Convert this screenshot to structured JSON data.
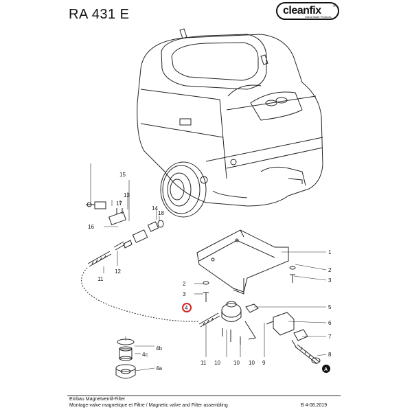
{
  "header": {
    "model": "RA 431 E",
    "logo_text": "cleanfix",
    "logo_tagline": "Swiss Made Products",
    "logo_mark": "®"
  },
  "callouts": [
    {
      "id": "c1",
      "label": "1"
    },
    {
      "id": "c2a",
      "label": "2"
    },
    {
      "id": "c3a",
      "label": "3"
    },
    {
      "id": "c2b",
      "label": "2"
    },
    {
      "id": "c3b",
      "label": "3"
    },
    {
      "id": "c4",
      "label": "4",
      "highlighted": true
    },
    {
      "id": "c5",
      "label": "5"
    },
    {
      "id": "c6",
      "label": "6"
    },
    {
      "id": "c7",
      "label": "7"
    },
    {
      "id": "c8",
      "label": "8"
    },
    {
      "id": "c9",
      "label": "9"
    },
    {
      "id": "c10a",
      "label": "10"
    },
    {
      "id": "c10b",
      "label": "10"
    },
    {
      "id": "c10c",
      "label": "10"
    },
    {
      "id": "c11a",
      "label": "11"
    },
    {
      "id": "c11b",
      "label": "11"
    },
    {
      "id": "c12",
      "label": "12"
    },
    {
      "id": "c13",
      "label": "13"
    },
    {
      "id": "c14",
      "label": "14"
    },
    {
      "id": "c15",
      "label": "15"
    },
    {
      "id": "c16",
      "label": "16"
    },
    {
      "id": "c17",
      "label": "17"
    },
    {
      "id": "c18",
      "label": "18"
    },
    {
      "id": "c4a",
      "label": "4a"
    },
    {
      "id": "c4b",
      "label": "4b"
    },
    {
      "id": "c4c",
      "label": "4c"
    },
    {
      "id": "cA",
      "label": "A"
    }
  ],
  "highlight_color": "#d42020",
  "footer": {
    "line1": "Einbau Magnetventil-Filter",
    "line2": "Montage-valve magnetique et Filtre / Magnetic valve and Filter assembling",
    "doc_ref": "B 4-08.2019"
  }
}
